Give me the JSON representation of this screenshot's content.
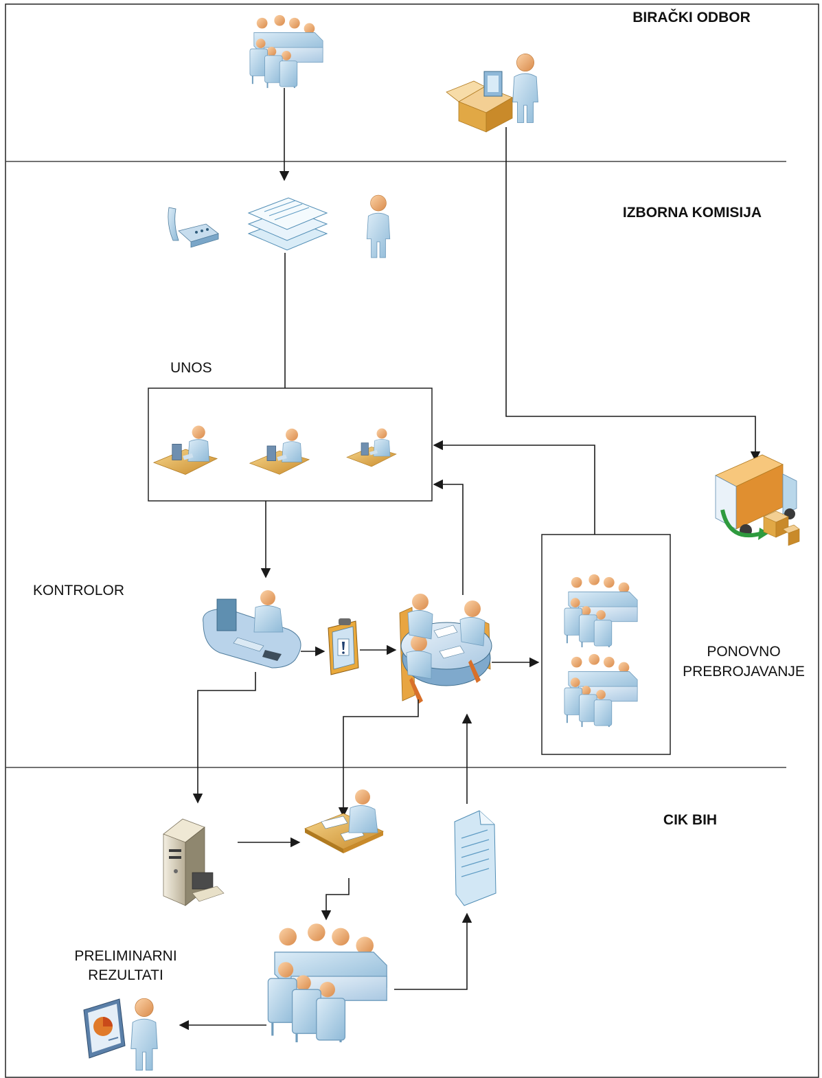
{
  "lanes": {
    "birac_odbor": "BIRAČKI ODBOR",
    "izborna_komisija": "IZBORNA KOMISIJA",
    "cik_bih": "CIK BIH"
  },
  "labels": {
    "unos": "UNOS",
    "kontrolor": "KONTROLOR",
    "ponovno_1": "PONOVNO",
    "ponovno_2": "PREBROJAVANJE",
    "prelim_1": "PRELIMINARNI",
    "prelim_2": "REZULTATI"
  },
  "icons": [
    "meeting-table-icon",
    "ballot-box-icon",
    "telephone-icon",
    "documents-stack-icon",
    "standing-person-icon",
    "desk-worker-icon",
    "delivery-truck-icon",
    "control-desk-icon",
    "clipboard-icon",
    "round-table-meeting-icon",
    "server-icon",
    "document-icon",
    "presentation-person-icon"
  ],
  "colors": {
    "person": "#b9d7ea",
    "skin": "#f3b880",
    "wood": "#e6b85a",
    "truck": "#f0a540",
    "arrow": "#1a1a1a"
  }
}
